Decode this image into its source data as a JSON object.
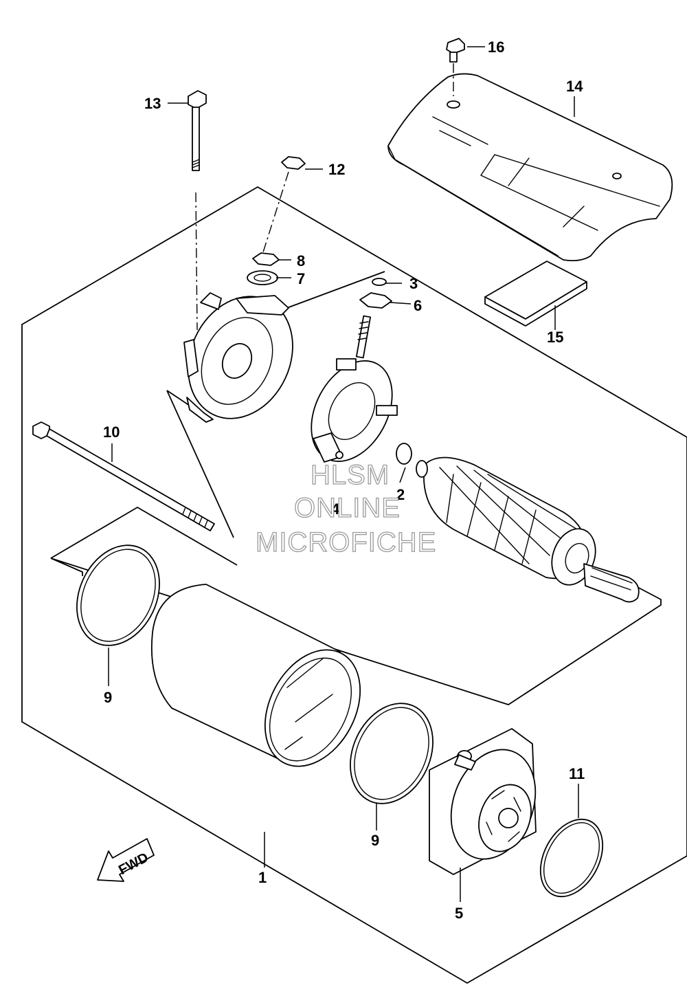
{
  "diagram": {
    "callouts": [
      {
        "id": "c1",
        "label": "1"
      },
      {
        "id": "c2",
        "label": "2"
      },
      {
        "id": "c3",
        "label": "3"
      },
      {
        "id": "c4",
        "label": "4"
      },
      {
        "id": "c5",
        "label": "5"
      },
      {
        "id": "c6",
        "label": "6"
      },
      {
        "id": "c7",
        "label": "7"
      },
      {
        "id": "c8",
        "label": "8"
      },
      {
        "id": "c9a",
        "label": "9"
      },
      {
        "id": "c9b",
        "label": "9"
      },
      {
        "id": "c10",
        "label": "10"
      },
      {
        "id": "c11",
        "label": "11"
      },
      {
        "id": "c12",
        "label": "12"
      },
      {
        "id": "c13",
        "label": "13"
      },
      {
        "id": "c14",
        "label": "14"
      },
      {
        "id": "c15",
        "label": "15"
      },
      {
        "id": "c16",
        "label": "16"
      }
    ],
    "fwd_label": "FWD"
  },
  "watermark": {
    "line1": "HLSM",
    "line2": "ONLINE",
    "line3": "MICROFICHE"
  }
}
